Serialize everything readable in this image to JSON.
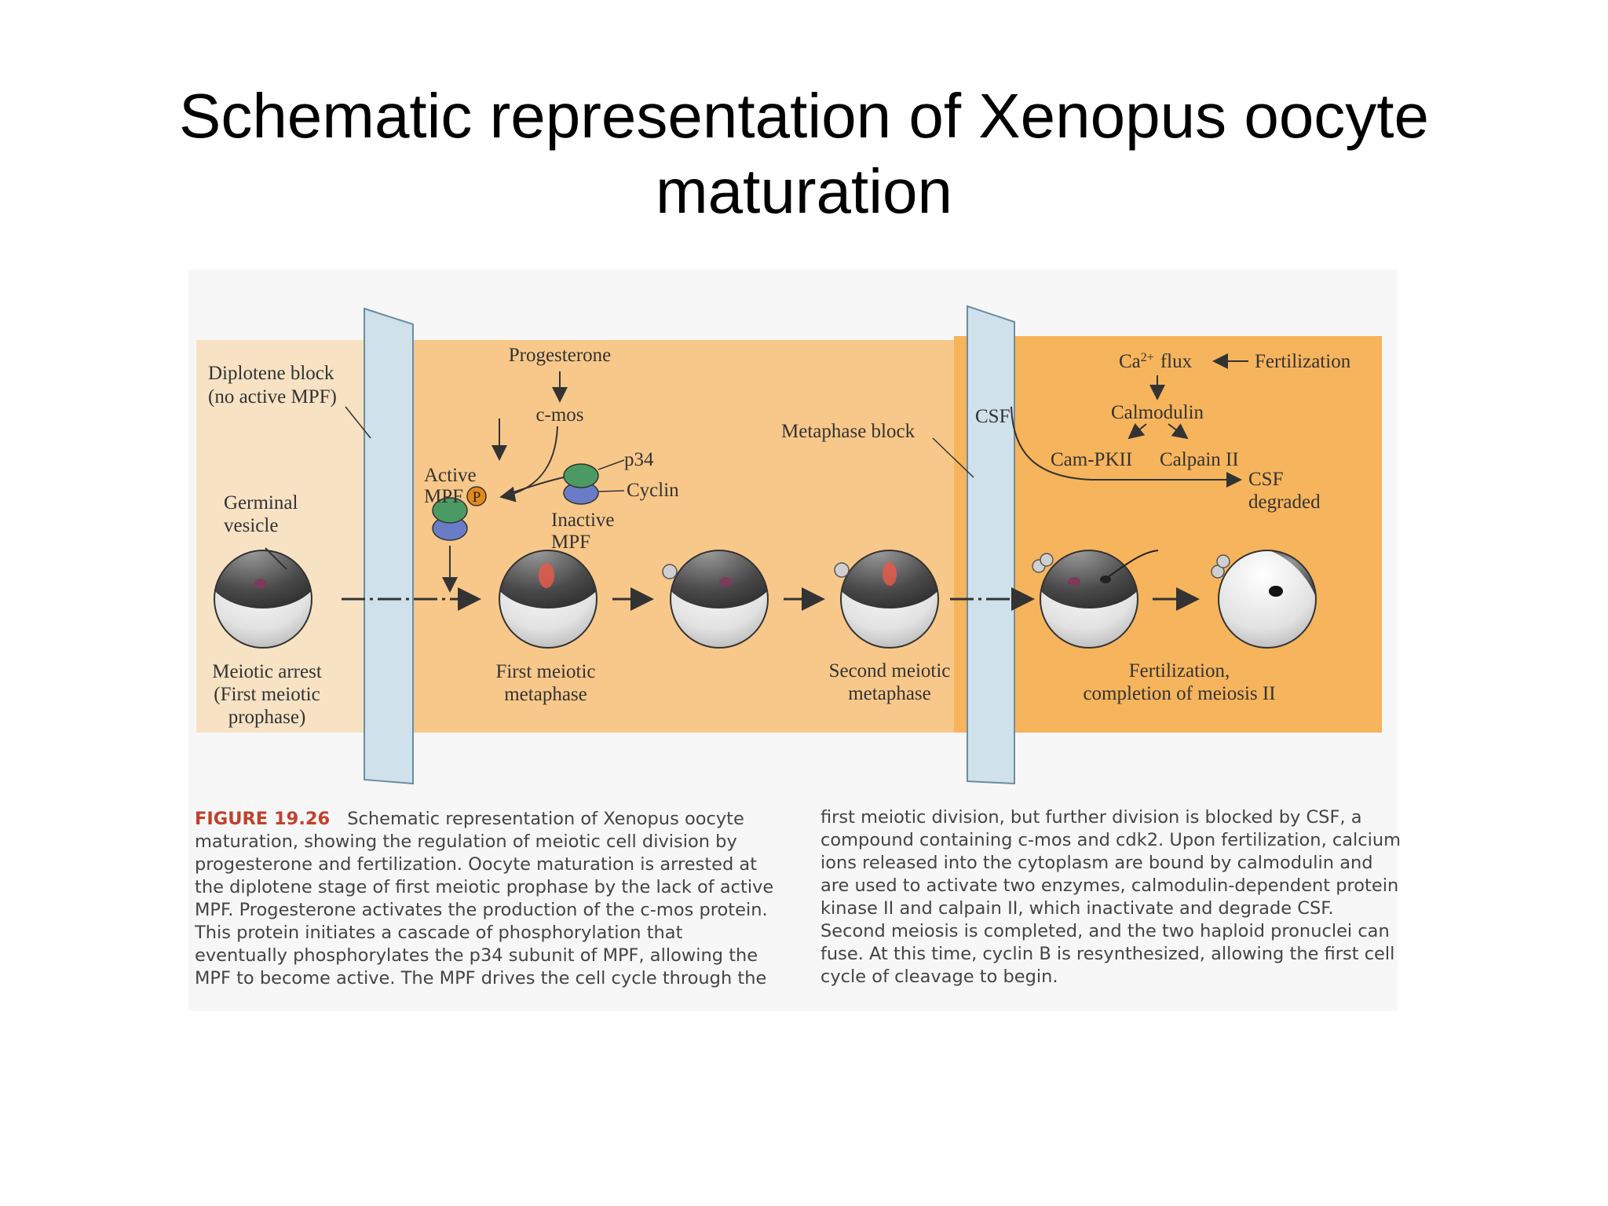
{
  "slide": {
    "title_line1": "Schematic representation of Xenopus oocyte",
    "title_line2": "maturation"
  },
  "diagram": {
    "labels": {
      "diplotene_block": [
        "Diplotene block",
        "(no active MPF)"
      ],
      "germinal_vesicle": [
        "Germinal",
        "vesicle"
      ],
      "meiotic_arrest": [
        "Meiotic arrest",
        "(First meiotic",
        "prophase)"
      ],
      "progesterone": "Progesterone",
      "c_mos": "c-mos",
      "active_mpf": [
        "Active",
        "MPF"
      ],
      "p_marker": "P",
      "p34": "p34",
      "cyclin": "Cyclin",
      "inactive_mpf": [
        "Inactive",
        "MPF"
      ],
      "first_meiotic_metaphase": [
        "First meiotic",
        "metaphase"
      ],
      "metaphase_block": "Metaphase block",
      "second_meiotic_metaphase": [
        "Second meiotic",
        "metaphase"
      ],
      "csf": "CSF",
      "ca_flux": "Ca",
      "ca_superscript": "2+",
      "flux_word": "flux",
      "fertilization_top": "Fertilization",
      "calmodulin": "Calmodulin",
      "cam_pkii": "Cam-PKII",
      "calpain_ii": "Calpain II",
      "csf_degraded": [
        "CSF",
        "degraded"
      ],
      "fertilization_completion": [
        "Fertilization,",
        "completion of meiosis II"
      ]
    },
    "colors": {
      "orange_panel": "#f8c88a",
      "orange_right": "#f6b45c",
      "pale_left": "#f7e2c4",
      "block_bar": "#cfe1ea",
      "green_subunit": "#4c9a63",
      "blue_subunit": "#6b7cc6",
      "phospho": "#e48a1c"
    }
  },
  "caption": {
    "figure_label": "FIGURE 19.26",
    "left_text": "Schematic representation of Xenopus oocyte maturation, showing the regulation of meiotic cell division by progesterone and fertilization. Oocyte maturation is arrested at the diplotene stage of first meiotic prophase by the lack of active MPF. Progesterone activates the production of the c-mos protein. This protein initiates a cascade of phosphorylation that eventually phosphorylates the p34 subunit of MPF, allowing the MPF to become active. The MPF drives the cell cycle through the",
    "right_text": "first meiotic division, but further division is blocked by CSF, a compound containing c-mos and cdk2. Upon fertilization, calcium ions released into the cytoplasm are bound by calmodulin and are used to activate two enzymes, calmodulin-dependent protein kinase II and calpain II, which inactivate and degrade CSF. Second meiosis is completed, and the two haploid pronuclei can fuse. At this time, cyclin B is resynthesized, allowing the first cell cycle of cleavage to begin."
  }
}
